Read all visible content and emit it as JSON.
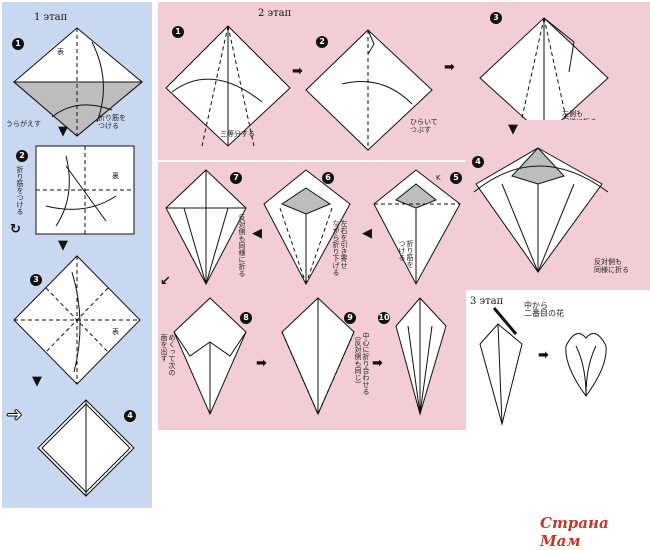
{
  "stage1": {
    "title": "1 этап",
    "steps": [
      {
        "num": "1",
        "labels": {
          "front": "表",
          "turn": "うらがえす",
          "crease": "折り筋を\nつける"
        }
      },
      {
        "num": "2",
        "labels": {
          "back": "裏",
          "crease": "折り筋をつける"
        }
      },
      {
        "num": "3",
        "labels": {
          "front": "表"
        }
      },
      {
        "num": "4",
        "labels": {}
      }
    ]
  },
  "stage2": {
    "title": "2 этап",
    "steps": [
      {
        "num": "1",
        "labels": {
          "third": "三等分する"
        }
      },
      {
        "num": "2",
        "labels": {
          "open": "ひらいて\nつぶす"
        }
      },
      {
        "num": "3",
        "labels": {
          "left": "左側も\n同様に折る"
        }
      },
      {
        "num": "4",
        "labels": {
          "other": "反対側も\n同様に折る"
        }
      },
      {
        "num": "5",
        "labels": {
          "ok": "K",
          "crease": "折り筋を\nつける"
        }
      },
      {
        "num": "6",
        "labels": {
          "pull": "左右を引き寄せ\nながら折り下げる"
        }
      },
      {
        "num": "7",
        "labels": {
          "other": "反対側も同様に折る"
        }
      },
      {
        "num": "8",
        "labels": {
          "flip": "めくって次の\n面を出す"
        }
      },
      {
        "num": "9",
        "labels": {
          "center": "中心に折り合わせる\n（反対側も同じ）"
        }
      },
      {
        "num": "10",
        "labels": {}
      }
    ]
  },
  "stage3": {
    "title": "3 этап",
    "labels": {
      "second": "中から\n二番目の花"
    }
  },
  "watermark": "Страна Мам"
}
